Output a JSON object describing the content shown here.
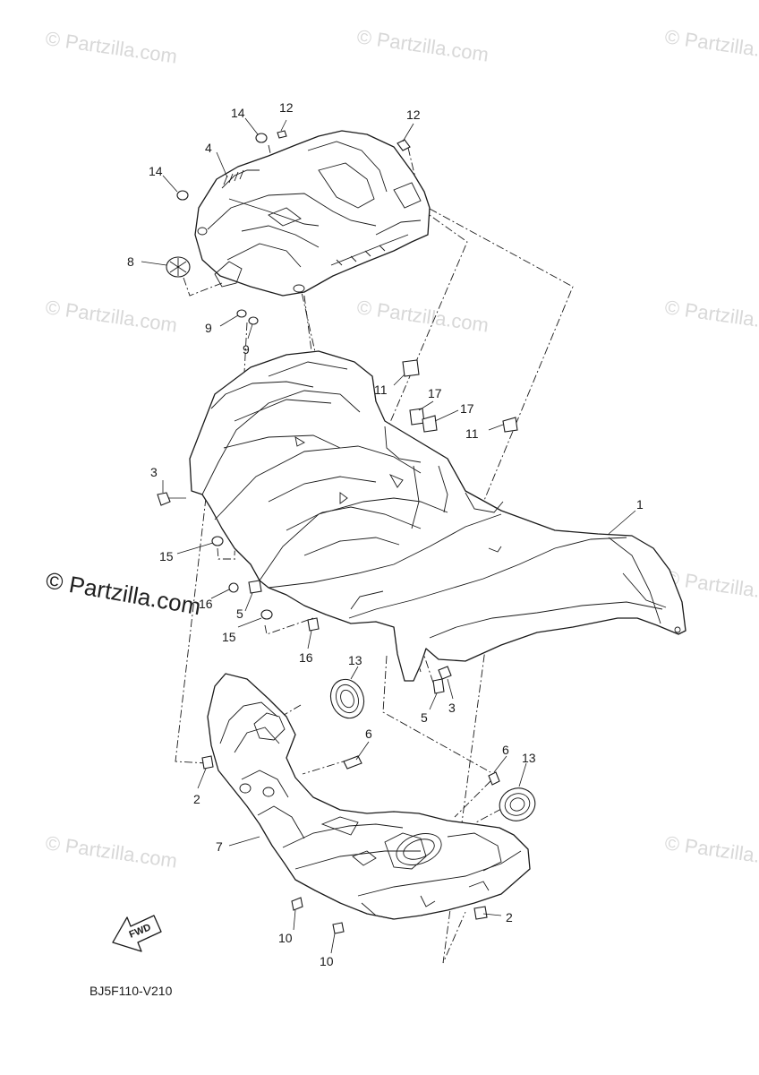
{
  "watermark": {
    "text": "© Partzilla.com",
    "prominent_text": "© Partzilla.com"
  },
  "diagram_code": "BJ5F110-V210",
  "fwd_label": "FWD",
  "callouts": [
    {
      "id": "c1",
      "label": "1"
    },
    {
      "id": "c2a",
      "label": "2"
    },
    {
      "id": "c2b",
      "label": "2"
    },
    {
      "id": "c3a",
      "label": "3"
    },
    {
      "id": "c3b",
      "label": "3"
    },
    {
      "id": "c4",
      "label": "4"
    },
    {
      "id": "c5a",
      "label": "5"
    },
    {
      "id": "c5b",
      "label": "5"
    },
    {
      "id": "c6a",
      "label": "6"
    },
    {
      "id": "c6b",
      "label": "6"
    },
    {
      "id": "c7",
      "label": "7"
    },
    {
      "id": "c8",
      "label": "8"
    },
    {
      "id": "c9a",
      "label": "9"
    },
    {
      "id": "c9b",
      "label": "9"
    },
    {
      "id": "c10a",
      "label": "10"
    },
    {
      "id": "c10b",
      "label": "10"
    },
    {
      "id": "c11a",
      "label": "11"
    },
    {
      "id": "c11b",
      "label": "11"
    },
    {
      "id": "c12a",
      "label": "12"
    },
    {
      "id": "c12b",
      "label": "12"
    },
    {
      "id": "c13a",
      "label": "13"
    },
    {
      "id": "c13b",
      "label": "13"
    },
    {
      "id": "c14a",
      "label": "14"
    },
    {
      "id": "c14b",
      "label": "14"
    },
    {
      "id": "c15a",
      "label": "15"
    },
    {
      "id": "c15b",
      "label": "15"
    },
    {
      "id": "c16a",
      "label": "16"
    },
    {
      "id": "c16b",
      "label": "16"
    },
    {
      "id": "c17a",
      "label": "17"
    },
    {
      "id": "c17b",
      "label": "17"
    }
  ],
  "colors": {
    "line": "#1a1a1a",
    "watermark": "#d8d8d8",
    "background": "#ffffff"
  }
}
